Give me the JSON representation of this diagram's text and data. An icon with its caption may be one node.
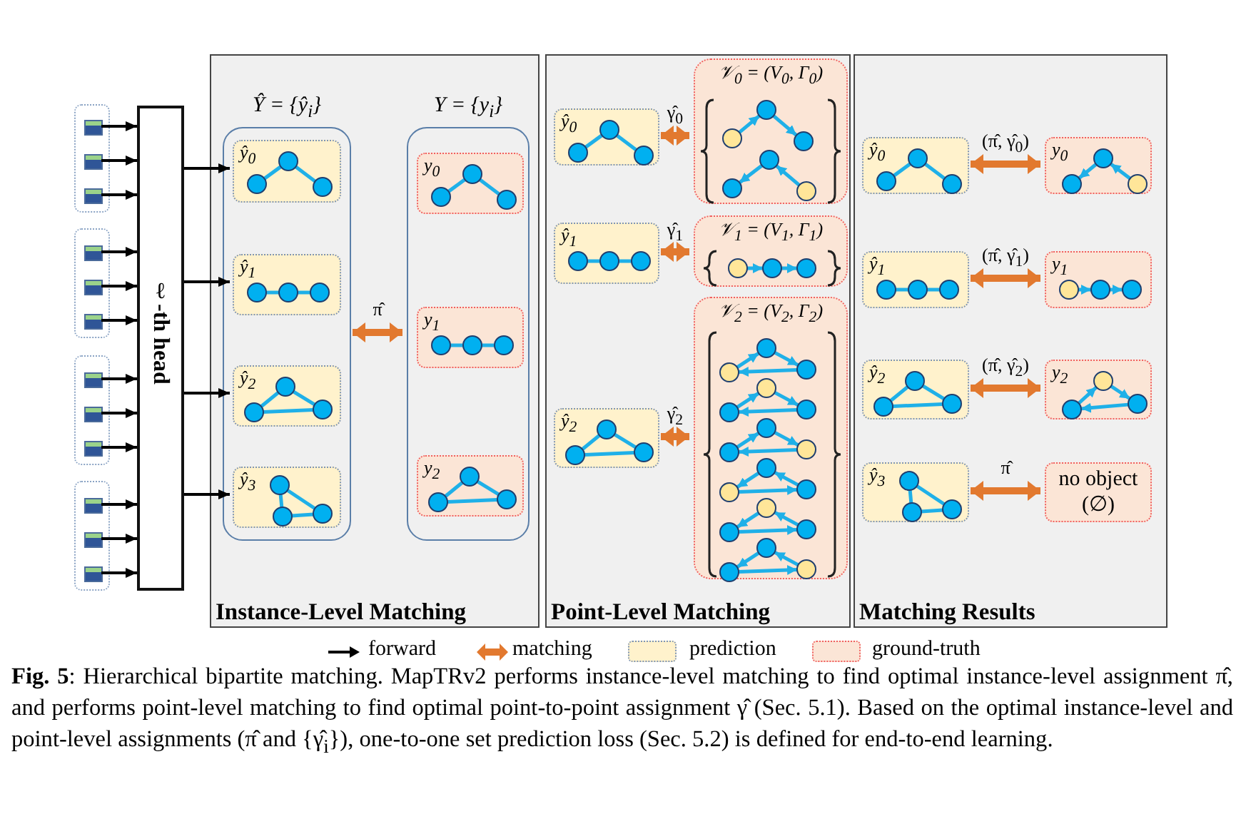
{
  "diagram": {
    "caption": "**Fig. 5**: Hierarchical bipartite matching. MapTRv2 performs instance-level matching to find optimal instance-level assignment π̂, and performs point-level matching to find optimal point-to-point assignment γ̂ (Sec. 5.1). Based on the optimal instance-level and point-level assignments (π̂ and {γ̂$_{i}$}), one-to-one set prediction loss (Sec. 5.2) is defined for end-to-end learning.",
    "nodes": [
      {
        "text": [],
        "shape": "box"
      },
      {
        "text": [],
        "shape": "box",
        "in": 0
      },
      {
        "text": [],
        "shape": "box",
        "in": 0
      },
      {
        "text": [],
        "shape": "box",
        "in": 0
      },
      {
        "text": [],
        "shape": "box"
      },
      {
        "text": [],
        "shape": "box",
        "in": 4
      },
      {
        "text": [],
        "shape": "box",
        "in": 4
      },
      {
        "text": [],
        "shape": "box",
        "in": 4
      },
      {
        "text": [],
        "shape": "box"
      },
      {
        "text": [],
        "shape": "box",
        "in": 8
      },
      {
        "text": [],
        "shape": "box",
        "in": 8
      },
      {
        "text": [],
        "shape": "box",
        "in": 8
      },
      {
        "text": [],
        "shape": "box"
      },
      {
        "text": [],
        "shape": "box",
        "in": 12
      },
      {
        "text": [],
        "shape": "box",
        "in": 12
      },
      {
        "text": [],
        "shape": "box",
        "in": 12
      },
      {
        "text": [
          "ℓ-th head"
        ]
      },
      {
        "text": [
          "Instance-Level Matching"
        ]
      },
      {
        "text": [
          "Ŷ = {ŷ$_{i}$}"
        ],
        "in": 17
      },
      {
        "text": [
          "ŷ$_{0}$"
        ],
        "in": 18
      },
      {
        "text": [
          "ŷ$_{1}$"
        ],
        "in": 18
      },
      {
        "text": [
          "ŷ$_{2}$"
        ],
        "in": 18
      },
      {
        "text": [
          "ŷ$_{3}$"
        ],
        "in": 18
      },
      {
        "text": [
          "Y = {y$_{i}$}"
        ],
        "in": 17
      },
      {
        "text": [
          "y$_{0}$"
        ],
        "in": 23
      },
      {
        "text": [
          "y$_{1}$"
        ],
        "in": 23
      },
      {
        "text": [
          "y$_{2}$"
        ],
        "in": 23
      },
      {
        "text": [
          "Point-Level Matching"
        ]
      },
      {
        "text": [
          "ŷ$_{0}$"
        ],
        "in": 27
      },
      {
        "text": [
          "𝒱$_{0}$ = (V$_{0}$, Γ$_{0}$)"
        ],
        "in": 27
      },
      {
        "text": [
          "ŷ$_{1}$"
        ],
        "in": 27
      },
      {
        "text": [
          "𝒱$_{1}$ = (V$_{1}$, Γ$_{1}$)"
        ],
        "in": 27
      },
      {
        "text": [
          "ŷ$_{2}$"
        ],
        "in": 27
      },
      {
        "text": [
          "𝒱$_{2}$ = (V$_{2}$, Γ$_{2}$)"
        ],
        "in": 27
      },
      {
        "text": [
          "Matching Results"
        ]
      },
      {
        "text": [
          "ŷ$_{0}$"
        ],
        "in": 34
      },
      {
        "text": [
          "y$_{0}$"
        ],
        "in": 34
      },
      {
        "text": [
          "ŷ$_{1}$"
        ],
        "in": 34
      },
      {
        "text": [
          "y$_{1}$"
        ],
        "in": 34
      },
      {
        "text": [
          "ŷ$_{2}$"
        ],
        "in": 34
      },
      {
        "text": [
          "y$_{2}$"
        ],
        "in": 34
      },
      {
        "text": [
          "ŷ$_{3}$"
        ],
        "in": 34
      },
      {
        "text": [
          "no object (∅)"
        ],
        "in": 34
      }
    ],
    "edges": [
      {
        "from": 1,
        "to": 16,
        "arrow": "to"
      },
      {
        "from": 2,
        "to": 16,
        "arrow": "to"
      },
      {
        "from": 3,
        "to": 16,
        "arrow": "to"
      },
      {
        "from": 5,
        "to": 16,
        "arrow": "to"
      },
      {
        "from": 6,
        "to": 16,
        "arrow": "to"
      },
      {
        "from": 7,
        "to": 16,
        "arrow": "to"
      },
      {
        "from": 9,
        "to": 16,
        "arrow": "to"
      },
      {
        "from": 10,
        "to": 16,
        "arrow": "to"
      },
      {
        "from": 11,
        "to": 16,
        "arrow": "to"
      },
      {
        "from": 13,
        "to": 16,
        "arrow": "to"
      },
      {
        "from": 14,
        "to": 16,
        "arrow": "to"
      },
      {
        "from": 15,
        "to": 16,
        "arrow": "to"
      },
      {
        "from": 16,
        "to": 19,
        "arrow": "to"
      },
      {
        "from": 16,
        "to": 20,
        "arrow": "to"
      },
      {
        "from": 16,
        "to": 21,
        "arrow": "to"
      },
      {
        "from": 16,
        "to": 22,
        "arrow": "to"
      },
      {
        "from": 18,
        "to": 23,
        "arrow": "both",
        "label": "π̂",
        "style": "thick",
        "color": "#e2792f"
      },
      {
        "from": 28,
        "to": 29,
        "arrow": "both",
        "label": "γ̂$_{0}$",
        "style": "thick",
        "color": "#e2792f"
      },
      {
        "from": 30,
        "to": 31,
        "arrow": "both",
        "label": "γ̂$_{1}$",
        "style": "thick",
        "color": "#e2792f"
      },
      {
        "from": 32,
        "to": 33,
        "arrow": "both",
        "label": "γ̂$_{2}$",
        "style": "thick",
        "color": "#e2792f"
      },
      {
        "from": 35,
        "to": 36,
        "arrow": "both",
        "label": "(π̂, γ̂$_{0}$)",
        "style": "thick",
        "color": "#e2792f"
      },
      {
        "from": 37,
        "to": 38,
        "arrow": "both",
        "label": "(π̂, γ̂$_{1}$)",
        "style": "thick",
        "color": "#e2792f"
      },
      {
        "from": 39,
        "to": 40,
        "arrow": "both",
        "label": "(π̂, γ̂$_{2}$)",
        "style": "thick",
        "color": "#e2792f"
      },
      {
        "from": 41,
        "to": 42,
        "arrow": "both",
        "label": "π̂",
        "style": "thick",
        "color": "#e2792f"
      }
    ],
    "legend": [
      {
        "text": "forward"
      },
      {
        "text": "matching"
      },
      {
        "text": "prediction",
        "color": "#fff2cc"
      },
      {
        "text": "ground-truth",
        "color": "#fbe5d6"
      }
    ]
  }
}
